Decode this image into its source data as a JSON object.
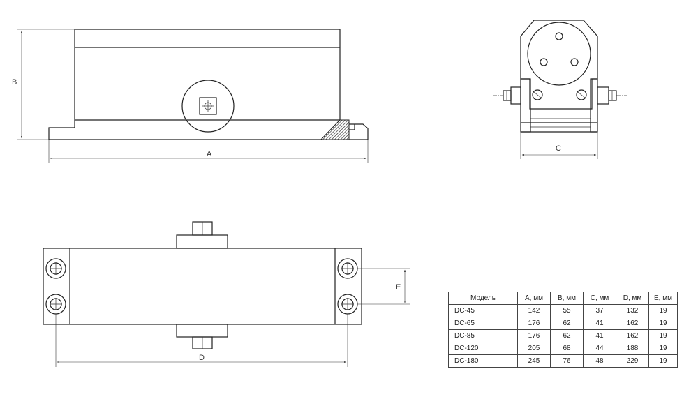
{
  "labels": {
    "a": "A",
    "b": "B",
    "c": "C",
    "d": "D",
    "e": "E"
  },
  "table": {
    "headers": [
      "Модель",
      "A, мм",
      "B, мм",
      "C, мм",
      "D, мм",
      "E, мм"
    ],
    "rows": [
      [
        "DC-45",
        "142",
        "55",
        "37",
        "132",
        "19"
      ],
      [
        "DC-65",
        "176",
        "62",
        "41",
        "162",
        "19"
      ],
      [
        "DC-85",
        "176",
        "62",
        "41",
        "162",
        "19"
      ],
      [
        "DC-120",
        "205",
        "68",
        "44",
        "188",
        "19"
      ],
      [
        "DC-180",
        "245",
        "76",
        "48",
        "229",
        "19"
      ]
    ]
  }
}
